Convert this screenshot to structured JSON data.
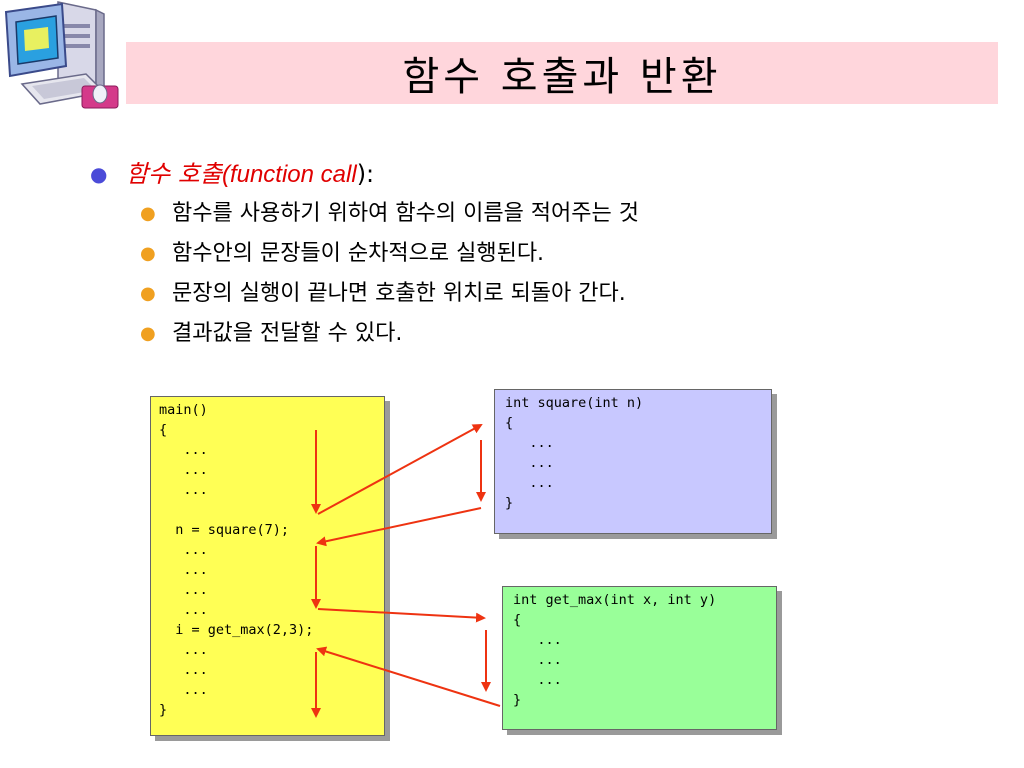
{
  "slide": {
    "title": "함수 호출과 반환"
  },
  "bullets": {
    "main": {
      "term_kr": "함수 호출",
      "term_en": "(function call",
      "suffix": "):"
    },
    "sub": [
      "함수를 사용하기 위하여 함수의 이름을 적어주는 것",
      "함수안의 문장들이 순차적으로 실행된다.",
      "문장의 실행이 끝나면 호출한 위치로 되돌아 간다.",
      "결과값을 전달할 수 있다."
    ]
  },
  "code": {
    "main": [
      "main()",
      "{",
      "   ...",
      "   ...",
      "   ...",
      "",
      "  n = square(7);",
      "   ...",
      "   ...",
      "   ...",
      "   ...",
      "  i = get_max(2,3);",
      "   ...",
      "   ...",
      "   ...",
      "}"
    ],
    "square": [
      "int square(int n)",
      "{",
      "   ...",
      "   ...",
      "   ...",
      "}"
    ],
    "get_max": [
      "int get_max(int x, int y)",
      "{",
      "   ...",
      "   ...",
      "   ...",
      "}"
    ]
  },
  "colors": {
    "title_bg": "#ffd6dc",
    "main_box": "#ffff55",
    "square_box": "#c8c8ff",
    "get_max_box": "#99ff99",
    "arrow": "#ee3311",
    "bullet_main": "#4b4bd8",
    "bullet_sub": "#f0a020",
    "term": "#e00000"
  }
}
